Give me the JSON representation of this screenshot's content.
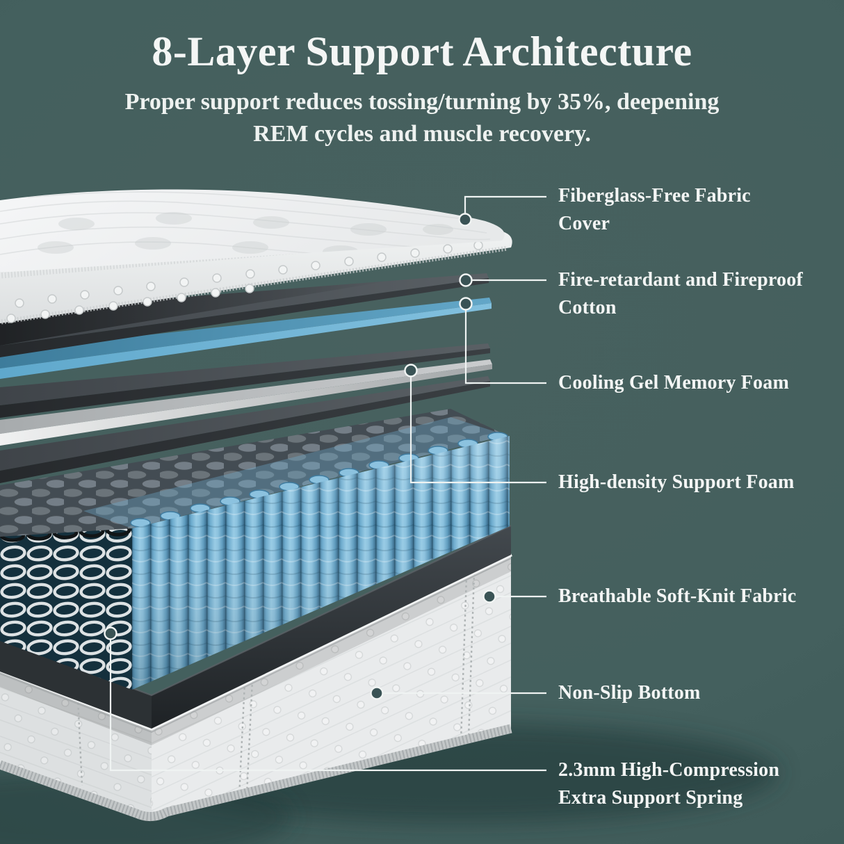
{
  "header": {
    "title": "8-Layer Support Architecture",
    "subtitle_lines": [
      "Proper support reduces tossing/turning by 35%, deepening",
      "REM cycles and muscle recovery."
    ]
  },
  "callouts": [
    {
      "id": "fiberglass-free-fabric-cover",
      "lines": [
        "Fiberglass-Free Fabric",
        "Cover"
      ]
    },
    {
      "id": "fire-retardant-fireproof-cotton",
      "lines": [
        "Fire-retardant and Fireproof",
        "Cotton"
      ]
    },
    {
      "id": "cooling-gel-memory-foam",
      "lines": [
        "Cooling Gel Memory Foam"
      ]
    },
    {
      "id": "high-density-support-foam",
      "lines": [
        "High-density Support Foam"
      ]
    },
    {
      "id": "breathable-soft-knit-fabric",
      "lines": [
        "Breathable Soft-Knit Fabric"
      ]
    },
    {
      "id": "non-slip-bottom",
      "lines": [
        "Non-Slip Bottom"
      ]
    },
    {
      "id": "high-compression-spring",
      "lines": [
        "2.3mm High-Compression",
        "Extra Support Spring"
      ]
    }
  ],
  "colors": {
    "background": "#44605e",
    "text": "#f3f5f4",
    "callout_line": "#eff3f2",
    "callout_dot_fill": "#3a5355",
    "pillow_white": "#f0f2f2",
    "foam_dark": "#41464b",
    "foam_blue": "#5ca0c2",
    "foam_silver": "#c4c7c9",
    "coil_blue": "#7db9da",
    "spring_silver": "#dde2e4",
    "springs_backdrop": "#14303d",
    "base_white": "#e9ebec",
    "platform_dark": "#2c3134"
  }
}
